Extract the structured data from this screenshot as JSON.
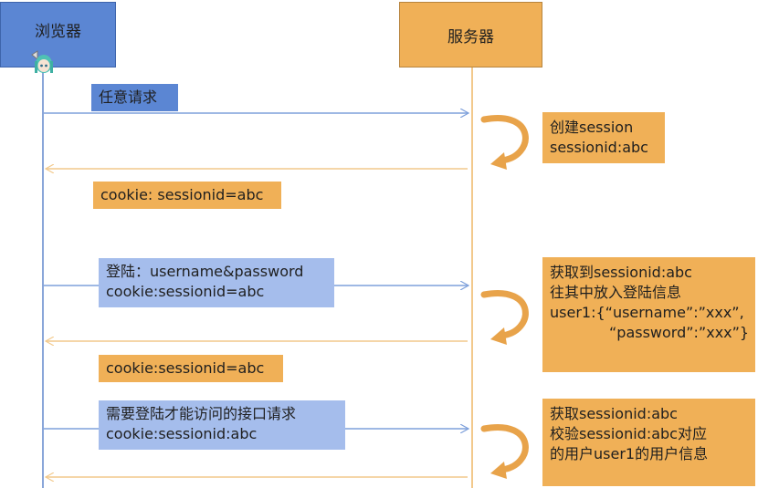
{
  "actors": {
    "browser": "浏览器",
    "server": "服务器"
  },
  "messages": {
    "any_request": "任意请求",
    "cookie_1": "cookie: sessionid=abc",
    "login_line1": "登陆：username&password",
    "login_line2": "cookie:sessionid=abc",
    "cookie_2": "cookie:sessionid=abc",
    "protected_line1": "需要登陆才能访问的接口请求",
    "protected_line2": "cookie:sessionid:abc"
  },
  "notes": {
    "create_line1": "创建session",
    "create_line2": "sessionid:abc",
    "fetch_line1": "获取到sessionid:abc",
    "fetch_line2": "往其中放入登陆信息",
    "fetch_line3": "user1:{“username”:”xxx”,",
    "fetch_line4": "“password”:”xxx”}",
    "verify_line1": "获取sessionid:abc",
    "verify_line2": "校验sessionid:abc对应",
    "verify_line3": "的用户user1的用户信息"
  },
  "colors": {
    "browser": "#5b86d3",
    "server": "#f0b057",
    "request_arrow": "#7ea0db",
    "response_arrow": "#f2c98c",
    "loop_arrow": "#e8a34a"
  }
}
